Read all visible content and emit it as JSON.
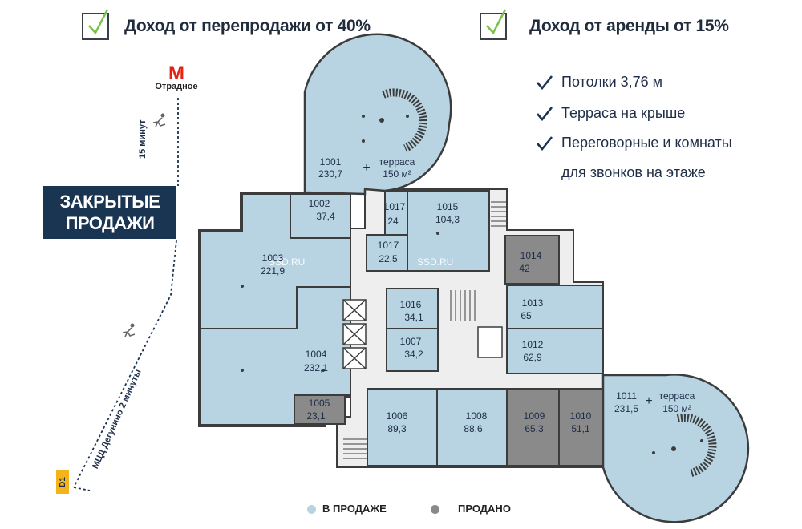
{
  "headlines": [
    {
      "text": "Доход от перепродажи от 40%"
    },
    {
      "text": "Доход от аренды от 15%"
    }
  ],
  "features": [
    "Потолки 3,76 м",
    "Терраса на крыше",
    "Переговорные и комнаты",
    "для звонков на этаже"
  ],
  "banner": {
    "line1": "ЗАКРЫТЫЕ",
    "line2": "ПРОДАЖИ"
  },
  "metro": {
    "letter": "М",
    "station": "Отрадное"
  },
  "route": {
    "walk_upper": "15 минут",
    "walk_lower": "МЦД Дегунино 2 минуты",
    "line_badge": "D1"
  },
  "watermark": "SSD.RU",
  "colors": {
    "for_sale": "#b8d3e2",
    "sold": "#8a8a8a",
    "walls": "#3c3c3c",
    "corridor": "#eeeeee",
    "brand_navy": "#1a3552",
    "check_green": "#7bc24b",
    "metro_red": "#e42313"
  },
  "units": [
    {
      "id": "1001",
      "area": "230,7",
      "terrace_label": "терраса",
      "terrace_area": "150 м²",
      "status": "for_sale"
    },
    {
      "id": "1002",
      "area": "37,4",
      "status": "for_sale"
    },
    {
      "id": "1003",
      "area": "221,9",
      "status": "for_sale"
    },
    {
      "id": "1004",
      "area": "232,1",
      "status": "for_sale"
    },
    {
      "id": "1005",
      "area": "23,1",
      "status": "sold"
    },
    {
      "id": "1006",
      "area": "89,3",
      "status": "for_sale"
    },
    {
      "id": "1007",
      "area": "34,2",
      "status": "for_sale"
    },
    {
      "id": "1008",
      "area": "88,6",
      "status": "for_sale"
    },
    {
      "id": "1009",
      "area": "65,3",
      "status": "sold"
    },
    {
      "id": "1010",
      "area": "51,1",
      "status": "sold"
    },
    {
      "id": "1011",
      "area": "231,5",
      "terrace_label": "терраса",
      "terrace_area": "150 м²",
      "status": "for_sale"
    },
    {
      "id": "1012",
      "area": "62,9",
      "status": "for_sale"
    },
    {
      "id": "1013",
      "area": "65",
      "status": "for_sale"
    },
    {
      "id": "1014",
      "area": "42",
      "status": "sold"
    },
    {
      "id": "1015",
      "area": "104,3",
      "status": "for_sale"
    },
    {
      "id": "1016",
      "area": "34,1",
      "status": "for_sale"
    },
    {
      "id": "1017a",
      "label": "1017",
      "area": "24",
      "status": "for_sale"
    },
    {
      "id": "1017b",
      "label": "1017",
      "area": "22,5",
      "status": "for_sale"
    }
  ],
  "legend": [
    {
      "label": "В ПРОДАЖЕ",
      "status": "for_sale"
    },
    {
      "label": "ПРОДАНО",
      "status": "sold"
    }
  ]
}
